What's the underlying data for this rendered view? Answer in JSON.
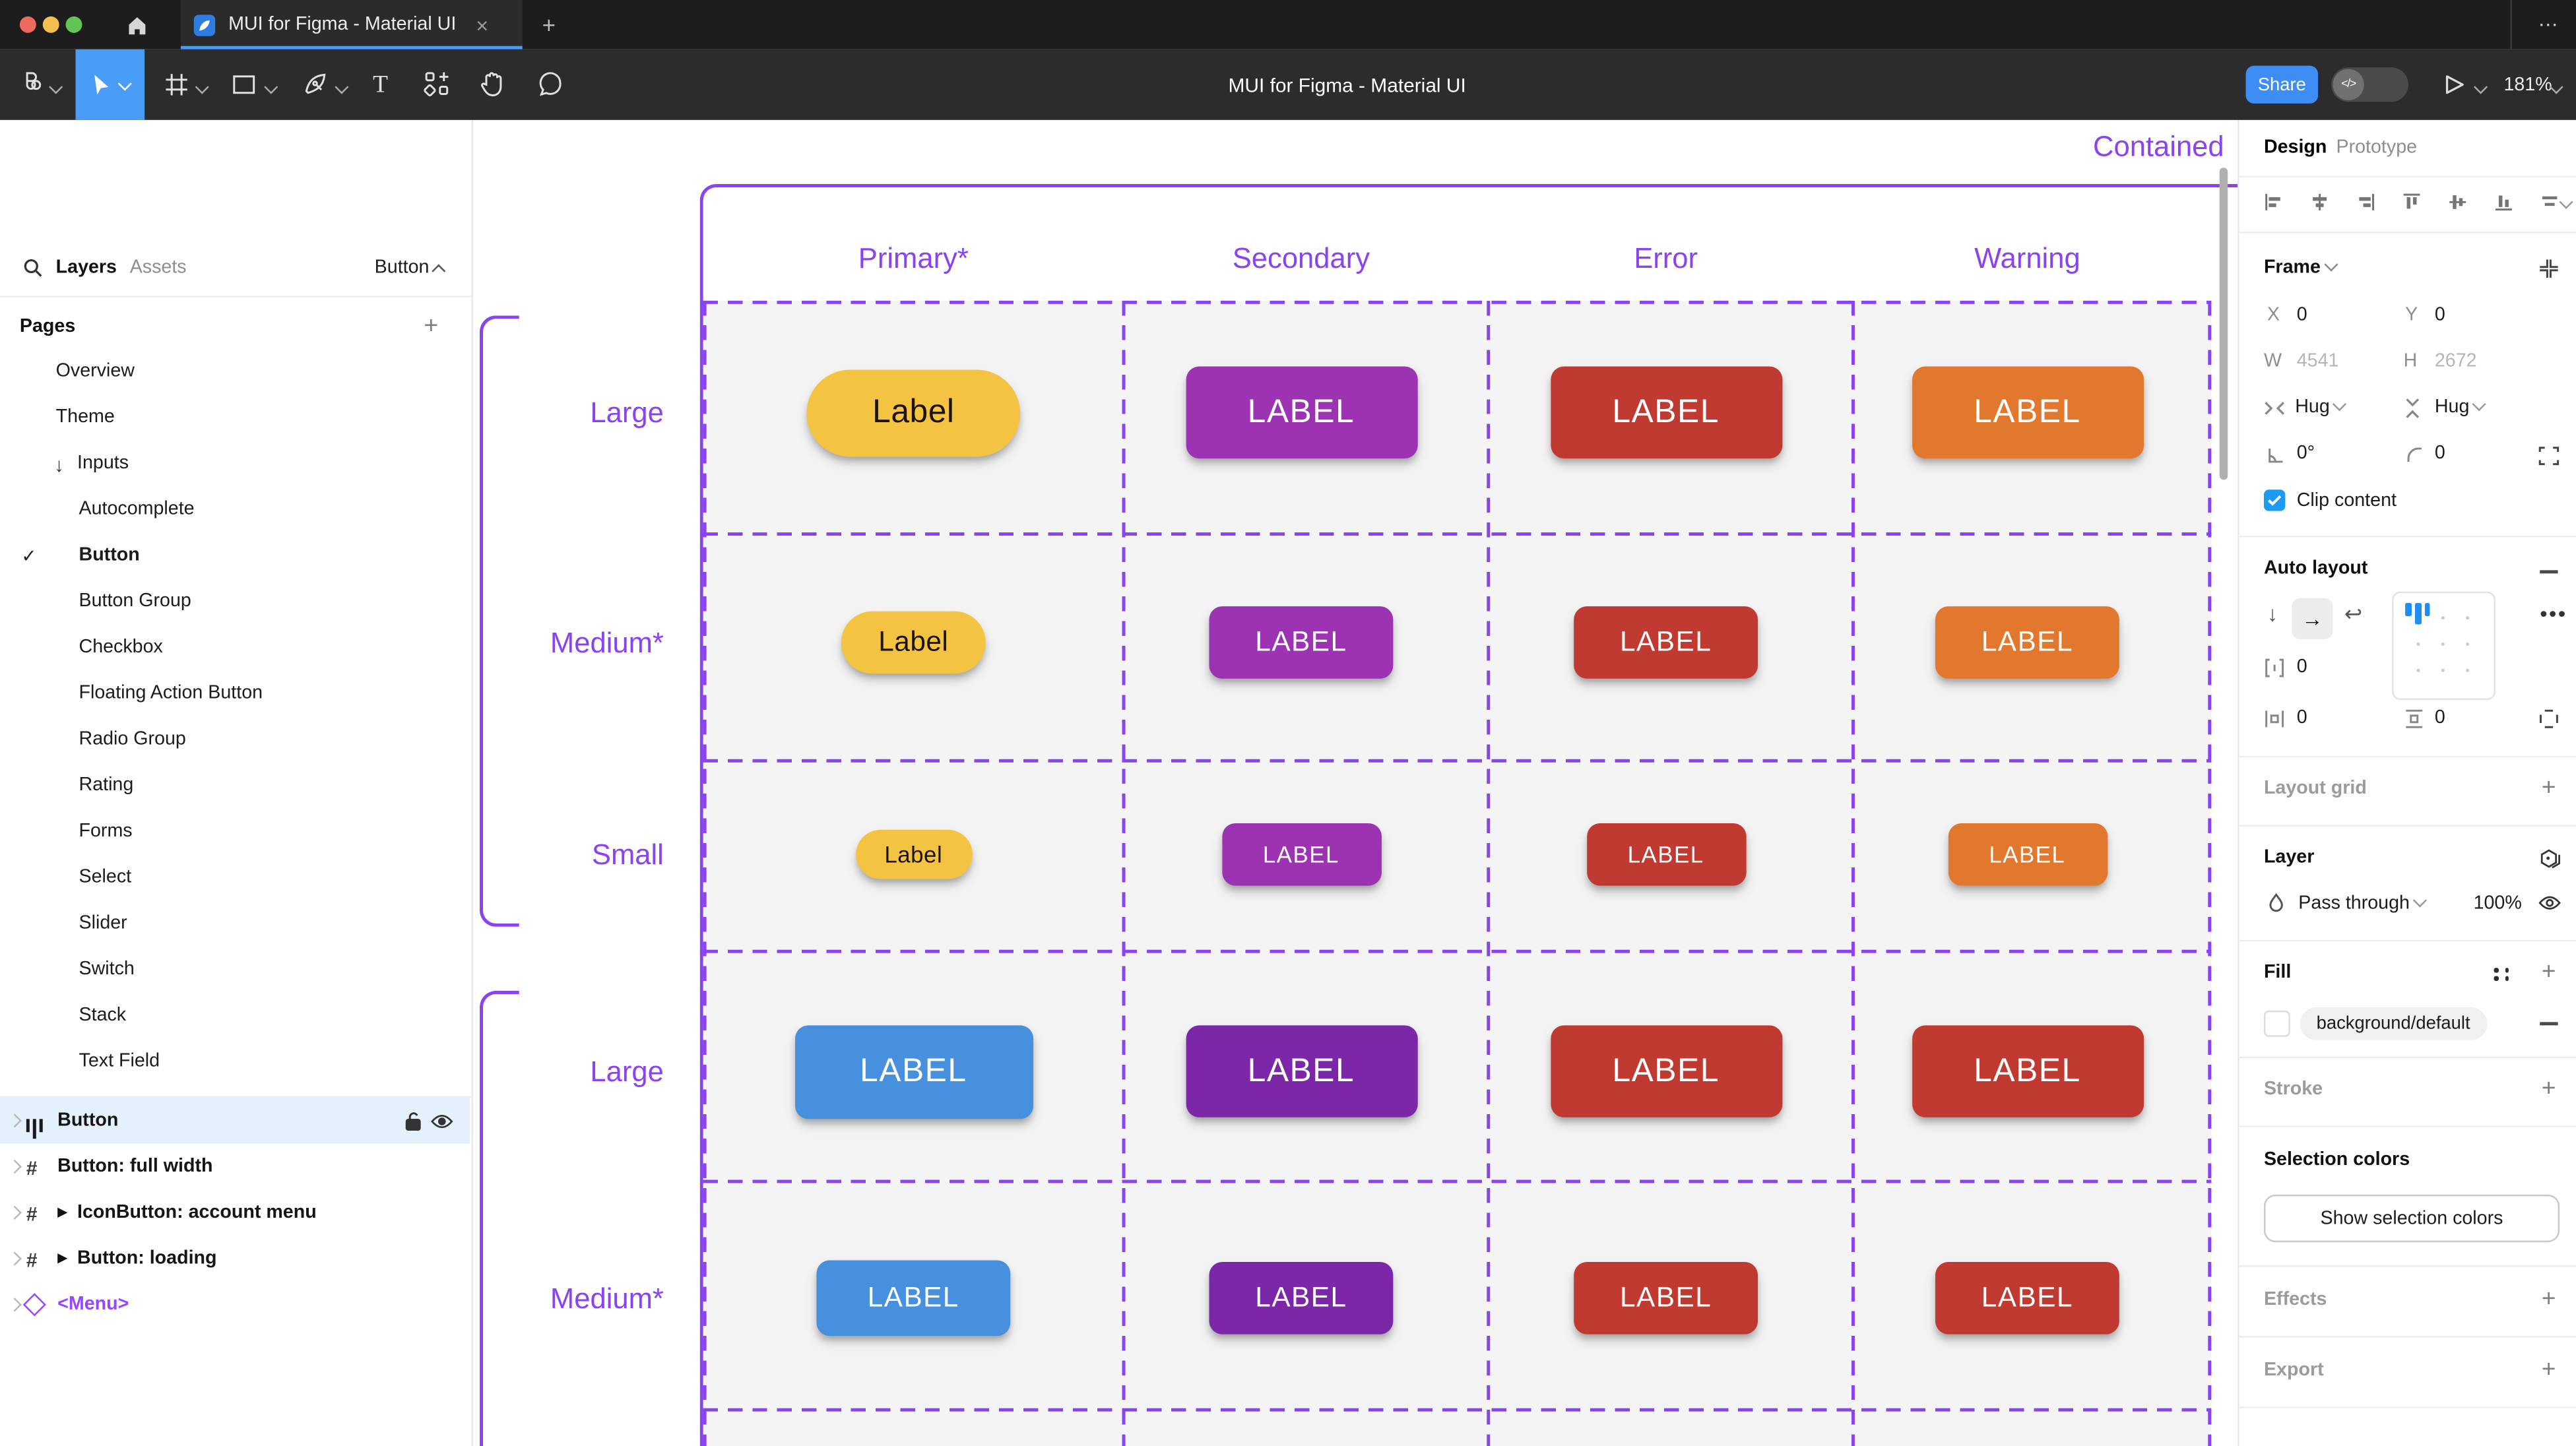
{
  "window": {
    "tab_title": "MUI for Figma - Material UI",
    "close_tab_label": "×",
    "new_tab_label": "+",
    "overflow_label": "⋯"
  },
  "toolbar": {
    "doc_title": "MUI for Figma - Material UI",
    "share_label": "Share",
    "dev_toggle_label": "</>",
    "zoom_level": "181%"
  },
  "sidebar": {
    "tabs": {
      "layers": "Layers",
      "assets": "Assets"
    },
    "page_selector": "Button",
    "pages_header": "Pages",
    "pages": [
      {
        "label": "Overview",
        "indent": 0
      },
      {
        "label": "Theme",
        "indent": 0
      },
      {
        "label": "Inputs",
        "indent": 0,
        "arrow": true
      },
      {
        "label": "Autocomplete",
        "indent": 1
      },
      {
        "label": "Button",
        "indent": 1,
        "checked": true,
        "bold": true
      },
      {
        "label": "Button Group",
        "indent": 1
      },
      {
        "label": "Checkbox",
        "indent": 1
      },
      {
        "label": "Floating Action Button",
        "indent": 1
      },
      {
        "label": "Radio Group",
        "indent": 1
      },
      {
        "label": "Rating",
        "indent": 1
      },
      {
        "label": "Forms",
        "indent": 1
      },
      {
        "label": "Select",
        "indent": 1
      },
      {
        "label": "Slider",
        "indent": 1
      },
      {
        "label": "Switch",
        "indent": 1
      },
      {
        "label": "Stack",
        "indent": 1
      },
      {
        "label": "Text Field",
        "indent": 1
      }
    ],
    "layers": [
      {
        "label": "Button",
        "icon": "autolayout",
        "selected": true
      },
      {
        "label": "Button: full width",
        "icon": "frame"
      },
      {
        "label": "IconButton: account menu",
        "icon": "frame",
        "instance": true
      },
      {
        "label": "Button: loading",
        "icon": "frame",
        "instance": true
      },
      {
        "label": "<Menu>",
        "icon": "component",
        "purple": true
      }
    ]
  },
  "inspector": {
    "tabs": {
      "design": "Design",
      "prototype": "Prototype"
    },
    "frame": {
      "title": "Frame",
      "x_label": "X",
      "x_value": "0",
      "y_label": "Y",
      "y_value": "0",
      "w_label": "W",
      "w_value": "4541",
      "h_label": "H",
      "h_value": "2672",
      "hug_h": "Hug",
      "hug_v": "Hug",
      "rotation": "0°",
      "corner_radius": "0",
      "clip_label": "Clip content"
    },
    "auto_layout": {
      "title": "Auto layout",
      "gap": "0",
      "padding_h": "0",
      "padding_v": "0"
    },
    "layout_grid": {
      "title": "Layout grid"
    },
    "layer": {
      "title": "Layer",
      "blend_mode": "Pass through",
      "opacity": "100%"
    },
    "fill": {
      "title": "Fill",
      "style_name": "background/default"
    },
    "stroke": {
      "title": "Stroke"
    },
    "selection_colors": {
      "title": "Selection colors",
      "button_label": "Show selection colors"
    },
    "effects": {
      "title": "Effects"
    },
    "export": {
      "title": "Export"
    }
  },
  "canvas": {
    "frame_label": "Contained",
    "columns": [
      "Primary*",
      "Secondary",
      "Error",
      "Warning"
    ],
    "row_labels": [
      "Large",
      "Medium*",
      "Small",
      "Large",
      "Medium*"
    ],
    "colors": {
      "accent_purple": "#8A43F0",
      "warning_yellow": "#F5C342",
      "secondary_purple": "#9C33B3",
      "secondary_dark_purple": "#7B27A8",
      "error_red": "#C13A31",
      "warning_orange": "#E2772E",
      "primary_blue": "#4690DE"
    },
    "buttons": [
      [
        {
          "text": "Label",
          "color": "warning_yellow",
          "shape": "pill",
          "dark_text": true
        },
        {
          "text": "LABEL",
          "color": "secondary_purple"
        },
        {
          "text": "LABEL",
          "color": "error_red"
        },
        {
          "text": "LABEL",
          "color": "warning_orange"
        }
      ],
      [
        {
          "text": "Label",
          "color": "warning_yellow",
          "shape": "pill",
          "dark_text": true
        },
        {
          "text": "LABEL",
          "color": "secondary_purple"
        },
        {
          "text": "LABEL",
          "color": "error_red"
        },
        {
          "text": "LABEL",
          "color": "warning_orange"
        }
      ],
      [
        {
          "text": "Label",
          "color": "warning_yellow",
          "shape": "pill",
          "dark_text": true
        },
        {
          "text": "LABEL",
          "color": "secondary_purple"
        },
        {
          "text": "LABEL",
          "color": "error_red"
        },
        {
          "text": "LABEL",
          "color": "warning_orange"
        }
      ],
      [
        {
          "text": "LABEL",
          "color": "primary_blue"
        },
        {
          "text": "LABEL",
          "color": "secondary_dark_purple"
        },
        {
          "text": "LABEL",
          "color": "error_red"
        },
        {
          "text": "LABEL",
          "color": "error_red"
        }
      ],
      [
        {
          "text": "LABEL",
          "color": "primary_blue"
        },
        {
          "text": "LABEL",
          "color": "secondary_dark_purple"
        },
        {
          "text": "LABEL",
          "color": "error_red"
        },
        {
          "text": "LABEL",
          "color": "error_red"
        }
      ]
    ]
  }
}
